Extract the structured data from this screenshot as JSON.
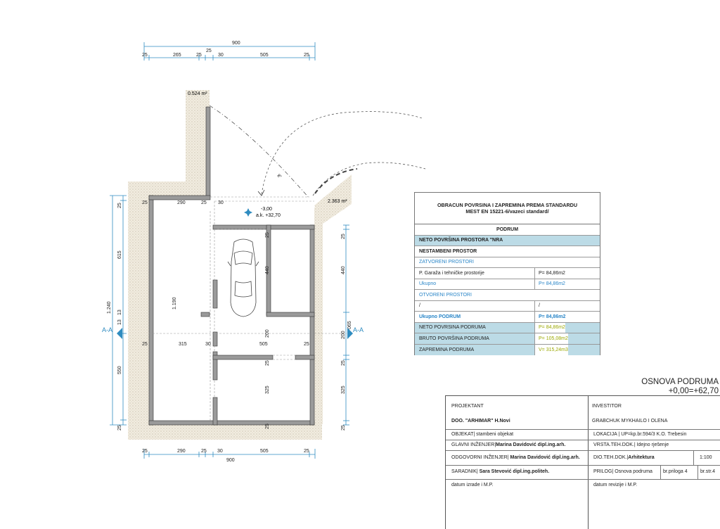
{
  "plan": {
    "dims_top": {
      "total": "900",
      "seg_a": "25",
      "seg_b": "265",
      "seg_c": "25",
      "seg_d": "30",
      "seg_e": "505",
      "seg_f": "25",
      "seg_g": "25"
    },
    "dims_inner_top": {
      "a": "25",
      "b": "290",
      "c": "25",
      "d": "30"
    },
    "dims_bottom": {
      "total": "900",
      "a": "25",
      "b": "290",
      "c": "25",
      "d": "30",
      "e": "505",
      "f": "25"
    },
    "dims_mid": {
      "a": "25",
      "b": "315",
      "c": "30",
      "d": "505",
      "e": "25"
    },
    "dims_left": {
      "top": "25",
      "upper": "615",
      "total": "1.240",
      "mid1": "13",
      "mid2": "13",
      "lower": "550",
      "bottom": "25"
    },
    "dims_right": {
      "top": "25",
      "upper": "440",
      "mid": "200",
      "low": "25",
      "lower": "325",
      "bottom": "25",
      "offset": "065"
    },
    "dims_inner": {
      "v25a": "25",
      "h440": "440",
      "h1190": "1.190",
      "v200": "200",
      "v25b": "25",
      "v325": "325",
      "v25c": "25"
    },
    "area_top": "0.524 m²",
    "area_ramp": "2.363 m²",
    "level": "-3,00",
    "elevation": "a.k. +32,70",
    "section_left": "A-A",
    "section_right": "A-A",
    "ramp_slope": "8°"
  },
  "area_table": {
    "title1": "OBRACUN POVRSINA I ZAPREMINA PREMA STANDARDU",
    "title2": "MEST EN 15221-6/vazeci standard/",
    "rows": [
      {
        "label": "PODRUM",
        "value": ""
      },
      {
        "label": "NETO POVRŠINA PROSTORA \"NRA",
        "value": ""
      },
      {
        "label": "NESTAMBENI PROSTOR",
        "value": ""
      },
      {
        "label": "ZATVORENI PROSTORI",
        "value": ""
      },
      {
        "label": "P. Garaža i tehničke prostorije",
        "value": "P= 84,86m2"
      },
      {
        "label": "Ukupno",
        "value": "P= 84,86m2"
      },
      {
        "label": "OTVORENI PROSTORI",
        "value": ""
      },
      {
        "label": "/",
        "value": "/"
      },
      {
        "label": "Ukupno PODRUM",
        "value": "P= 84,86m2"
      },
      {
        "label": "NETO POVRSINA PODRUMA",
        "value": "P= 84,86m2"
      },
      {
        "label": "BRUTO POVRŠINA PODRUMA",
        "value": "P= 105,08m2"
      },
      {
        "label": "ZAPREMINA PODRUMA",
        "value": "V= 315,24m3"
      }
    ]
  },
  "sheet": {
    "title": "OSNOVA PODRUMA",
    "elevation": "+0,00=+62,70"
  },
  "title_block": {
    "projektant_label": "PROJEKTANT",
    "projektant": "DOO. \"ARHIMAR\" H.Novi",
    "investitor_label": "INVESTITOR",
    "investitor": "GRABCHUK MYKHAILO I OLENA",
    "objekat_label": "OBJEKAT|",
    "objekat": "stambeni objekat",
    "lokacija_label": "LOKACIJA |",
    "lokacija": "UP=kp.br.594/3 K.O. Trebesin",
    "glavni_label": "GLAVNI INŽENJER|",
    "glavni": "Marina Davidović dipl.ing.arh.",
    "vrsta_label": "VRSTA.TEH.DOK.|",
    "vrsta": "Idejno rješenje",
    "odgovorni_label": "ODGOVORNI INŽENJER|",
    "odgovorni": "Marina Davidović dipl.ing.arh.",
    "dio_label": "DIO.TEH.DOK.|",
    "dio": "Arhitektura",
    "scale": "1:100",
    "saradnik_label": "SARADNIK|",
    "saradnik": "Sara Stevović dipl.ing.politeh.",
    "prilog_label": "PRILOG|",
    "prilog": "Osnova podruma",
    "br_priloga": "br.priloga 4",
    "br_str": "br.str.4",
    "datum_izrade": "datum izrade i M.P.",
    "datum_revizije": "datum revizije i M.P."
  },
  "colors": {
    "wall": "#9a9a9a",
    "dim": "#2f8cc0",
    "hatch": "#c9bfa6",
    "table_highlight": "#bcdbe6",
    "value_gold": "#9aa800"
  }
}
